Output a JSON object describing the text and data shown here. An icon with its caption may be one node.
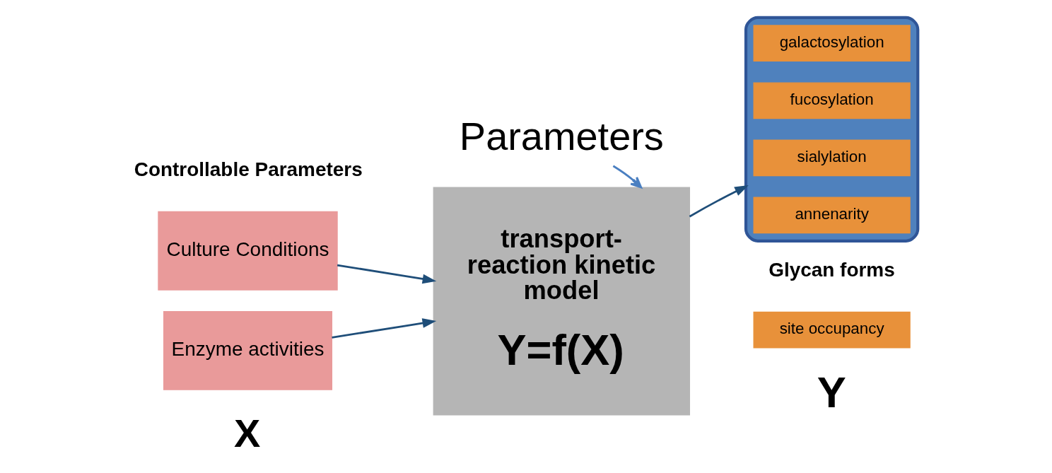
{
  "diagram": {
    "nodes": [
      {
        "text": [
          "Parameters"
        ]
      },
      {
        "text": [
          "Culture Conditions"
        ]
      },
      {
        "text": [
          "Enzyme activities"
        ]
      },
      {
        "text": [
          "transport-reaction kinetic model",
          "Y=f(X)"
        ]
      },
      {
        "text": [
          "site occupancy"
        ]
      },
      {
        "text": [],
        "shape": "box"
      },
      {
        "text": [
          "galactosylation"
        ],
        "in": 5
      },
      {
        "text": [
          "fucosylation"
        ],
        "in": 5
      },
      {
        "text": [
          "sialylation"
        ],
        "in": 5
      },
      {
        "text": [
          "annenarity"
        ],
        "in": 5
      }
    ],
    "edges": [
      {
        "from": 0,
        "to": 3,
        "arrow": "to",
        "color": "#4a7fc1"
      },
      {
        "from": 1,
        "to": 3,
        "arrow": "to"
      },
      {
        "from": 2,
        "to": 3,
        "arrow": "to"
      },
      {
        "from": 3,
        "to": 5,
        "arrow": "to"
      }
    ],
    "labels": [
      "Controllable Parameters",
      "X",
      "Glycan forms",
      "Y"
    ]
  }
}
